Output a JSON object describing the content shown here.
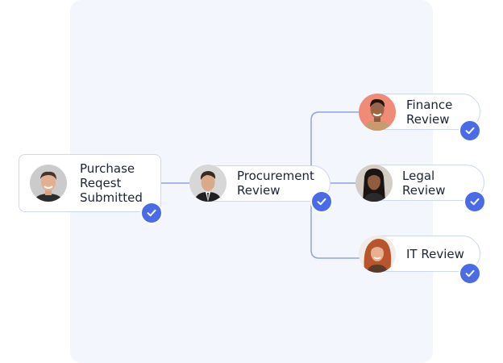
{
  "colors": {
    "panel": "#f4f6fd",
    "connector": "#8fa3e0",
    "card_border": "#cfd8f3",
    "check": "#4a6be6"
  },
  "nodes": {
    "purchase": {
      "label": "Purchase\nReqest\nSubmitted",
      "status_icon": "check-icon"
    },
    "procurement": {
      "label": "Procurement\nReview",
      "status_icon": "check-icon"
    },
    "finance": {
      "label": "Finance\nReview",
      "status_icon": "check-icon"
    },
    "legal": {
      "label": "Legal\nReview",
      "status_icon": "check-icon"
    },
    "it": {
      "label": "IT Review",
      "status_icon": "check-icon"
    }
  }
}
